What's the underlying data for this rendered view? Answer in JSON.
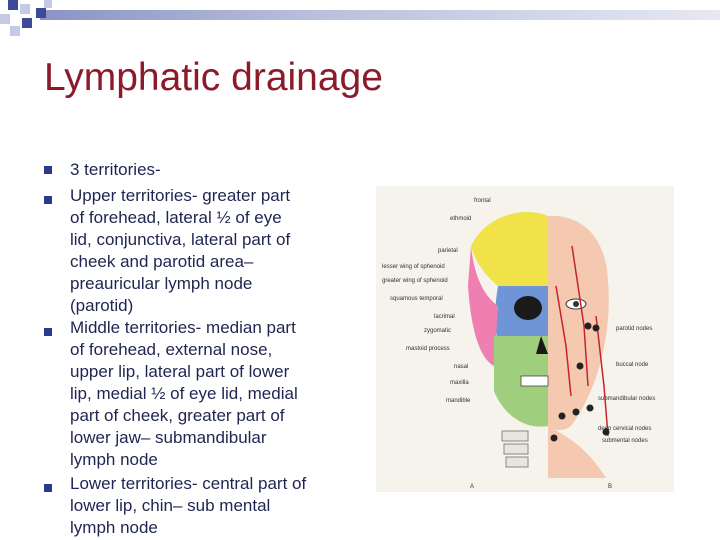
{
  "slide": {
    "title": "Lymphatic drainage",
    "lines": [
      "3 territories-",
      "Upper territories- greater part",
      "of forehead, lateral ½ of eye",
      "lid, conjunctiva, lateral part of",
      "cheek and parotid area–",
      "preauricular lymph node",
      "(parotid)",
      "Middle territories- median part",
      "of forehead, external nose,",
      "upper lip, lateral part of lower",
      "lip, medial ½ of eye lid, medial",
      "part of cheek, greater part of",
      "lower jaw– submandibular",
      "lymph node",
      "Lower territories- central part of",
      "lower lip, chin– sub mental",
      "lymph node"
    ]
  },
  "figure": {
    "left_labels": [
      "frontal",
      "ethmoid",
      "parietal",
      "lesser wing of sphenoid",
      "greater wing of sphenoid",
      "squamous temporal",
      "lacrimal",
      "zygomatic",
      "mastoid process",
      "nasal",
      "maxilla",
      "mandible"
    ],
    "right_labels": [
      "parotid nodes",
      "buccal node",
      "submandibular nodes",
      "deep cervical nodes",
      "submental nodes"
    ],
    "panel_labels": [
      "A",
      "B"
    ],
    "colors": {
      "yellow": "#f2e24a",
      "pink": "#ef7fb0",
      "blue": "#6f95d6",
      "green": "#9fcf7c",
      "skin": "#f5c9b0",
      "vessel": "#c7232e"
    }
  },
  "theme": {
    "title_color": "#8b1a2b",
    "text_color": "#1f2550",
    "bullet_color": "#2b3a8a"
  }
}
